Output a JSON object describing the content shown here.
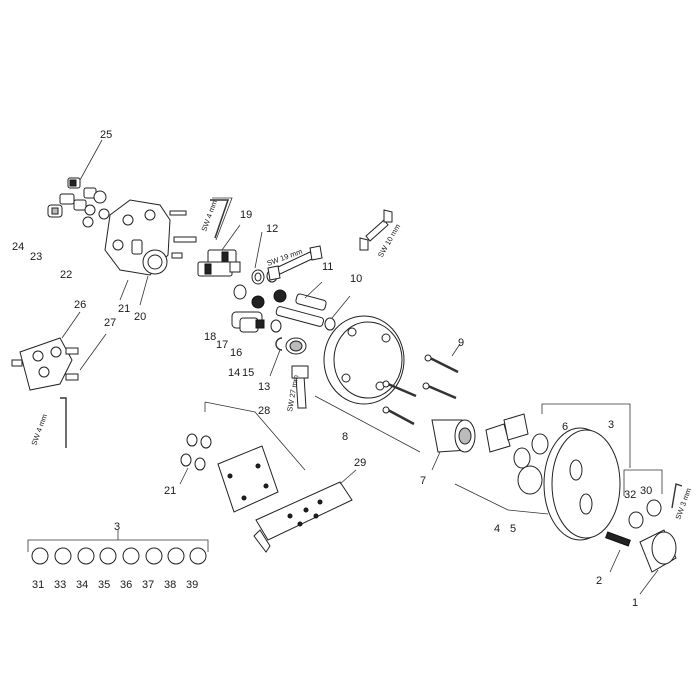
{
  "labels": {
    "p1": "1",
    "p2": "2",
    "p3a": "3",
    "p3b": "3",
    "p4": "4",
    "p5": "5",
    "p6": "6",
    "p7": "7",
    "p8": "8",
    "p9": "9",
    "p10": "10",
    "p11": "11",
    "p12": "12",
    "p13": "13",
    "p14": "14",
    "p15": "15",
    "p16": "16",
    "p17": "17",
    "p18": "18",
    "p19": "19",
    "p20": "20",
    "p21a": "21",
    "p21b": "21",
    "p22": "22",
    "p23": "23",
    "p24": "24",
    "p25": "25",
    "p26": "26",
    "p27": "27",
    "p28": "28",
    "p29": "29",
    "p30": "30",
    "p31": "31",
    "p32": "32",
    "p33": "33",
    "p34": "34",
    "p35": "35",
    "p36": "36",
    "p37": "37",
    "p38": "38",
    "p39": "39"
  },
  "tools": {
    "sw4a": "SW 4 mm",
    "sw19": "SW 19 mm",
    "sw10": "SW 10 mm",
    "sw27": "SW 27 mm",
    "sw4b": "SW 4 mm",
    "sw3": "SW 3 mm"
  }
}
